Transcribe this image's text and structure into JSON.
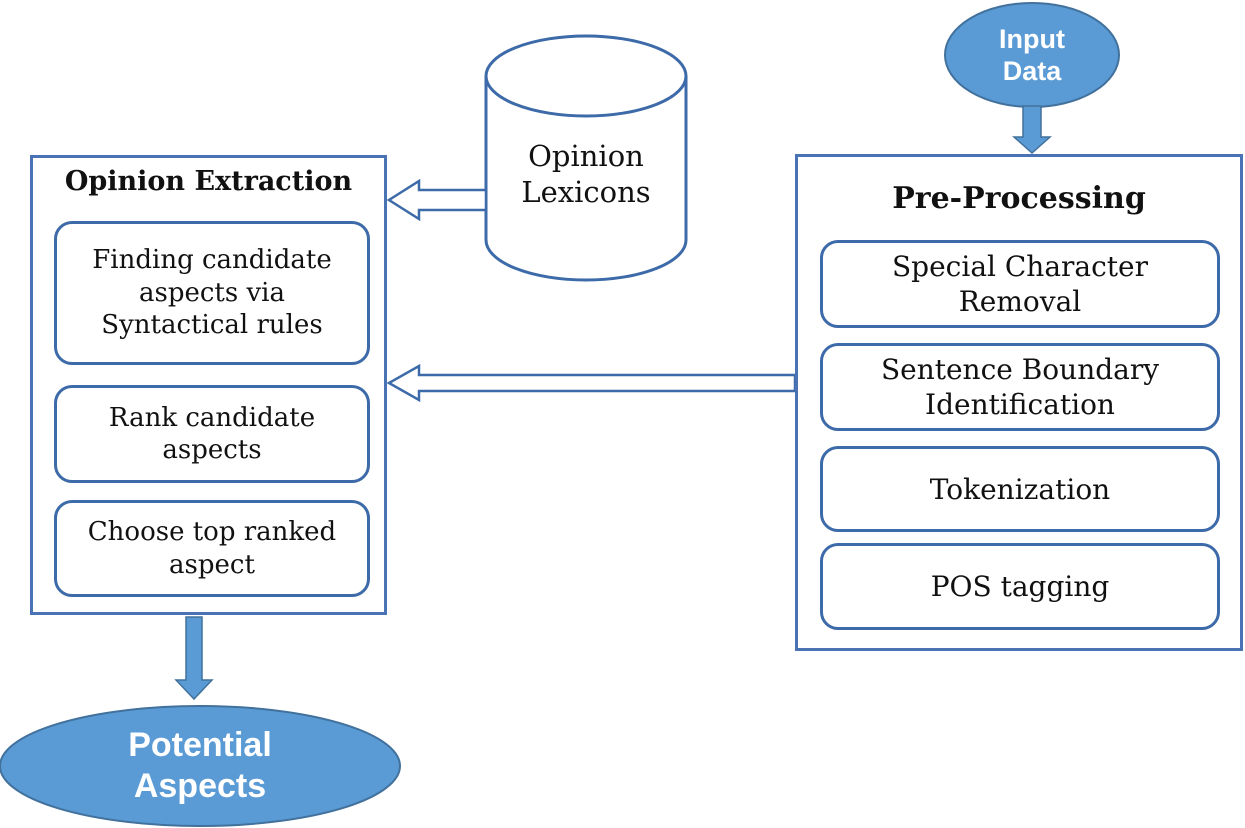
{
  "colors": {
    "panel_border": "#4a73b5",
    "ellipse_fill": "#5b9bd5",
    "ellipse_border": "#41719c",
    "arrow_fill": "#5b9bd5"
  },
  "input_data": {
    "label": "Input\nData"
  },
  "opinion_lexicons": {
    "label": "Opinion\nLexicons"
  },
  "opinion_extraction": {
    "title": "Opinion Extraction",
    "steps": [
      "Finding candidate\naspects via\nSyntactical rules",
      "Rank candidate\naspects",
      "Choose top ranked\naspect"
    ]
  },
  "pre_processing": {
    "title": "Pre-Processing",
    "steps": [
      "Special Character\nRemoval",
      "Sentence Boundary\nIdentification",
      "Tokenization",
      "POS tagging"
    ]
  },
  "potential_aspects": {
    "label": "Potential\nAspects"
  }
}
